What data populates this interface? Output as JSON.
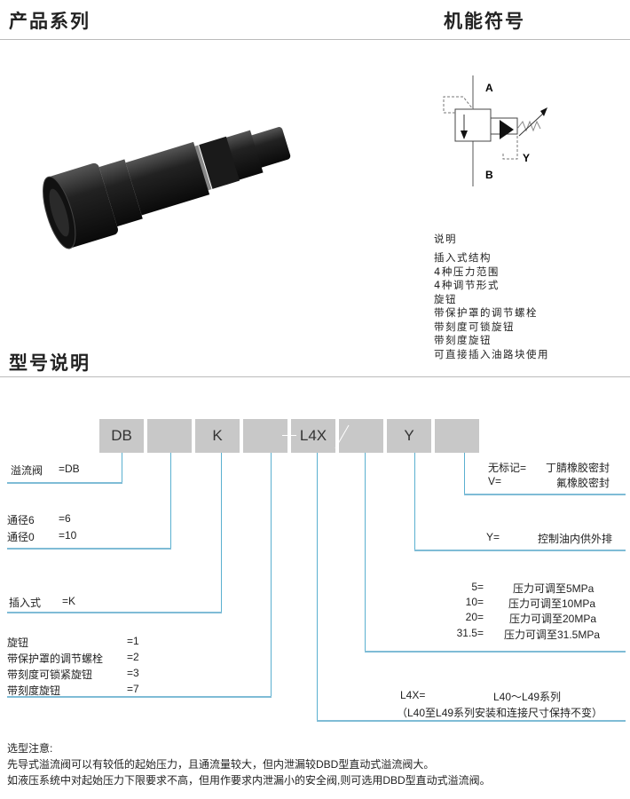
{
  "headings": {
    "products": "产品系列",
    "symbol": "机能符号",
    "model": "型号说明"
  },
  "symbol": {
    "port_a": "A",
    "port_b": "B",
    "port_y": "Y"
  },
  "description": {
    "title": "说明",
    "items": [
      "插入式结构",
      "4种压力范围",
      "4种调节形式",
      "旋钮",
      "带保护罩的调节螺栓",
      "带刻度可锁旋钮",
      "带刻度旋钮",
      "可直接插入油路块使用"
    ]
  },
  "code_boxes": [
    "DB",
    "",
    "K",
    "",
    "L4X",
    "",
    "Y",
    ""
  ],
  "left_options": {
    "type": [
      {
        "label": "溢流阀",
        "code": "=DB"
      }
    ],
    "size": [
      {
        "label": "通径6",
        "code": "=6"
      },
      {
        "label": "通径0",
        "code": "=10"
      }
    ],
    "mount": [
      {
        "label": "插入式",
        "code": "=K"
      }
    ],
    "adjust": [
      {
        "label": "旋钮",
        "code": "=1"
      },
      {
        "label": "带保护罩的调节螺栓",
        "code": "=2"
      },
      {
        "label": "带刻度可锁紧旋钮",
        "code": "=3"
      },
      {
        "label": "带刻度旋钮",
        "code": "=7"
      }
    ]
  },
  "right_options": {
    "seal": [
      {
        "code": "无标记=",
        "label": "丁腈橡胶密封"
      },
      {
        "code": "V=",
        "label": "氟橡胶密封"
      }
    ],
    "pilot": [
      {
        "code": "Y=",
        "label": "控制油内供外排"
      }
    ],
    "pressure": [
      {
        "code": "5=",
        "label": "压力可调至5MPa"
      },
      {
        "code": "10=",
        "label": "压力可调至10MPa"
      },
      {
        "code": "20=",
        "label": "压力可调至20MPa"
      },
      {
        "code": "31.5=",
        "label": "压力可调至31.5MPa"
      }
    ],
    "series": {
      "code": "L4X=",
      "label": "L40～L49系列",
      "note": "（L40至L49系列安装和连接尺寸保持不变）"
    }
  },
  "notes": {
    "title": "选型注意:",
    "lines": [
      "先导式溢流阀可以有较低的起始压力，且通流量较大，但内泄漏较DBD型直动式溢流阀大。",
      "如液压系统中对起始压力下限要求不高，但用作要求内泄漏小的安全阀,则可选用DBD型直动式溢流阀。"
    ]
  }
}
